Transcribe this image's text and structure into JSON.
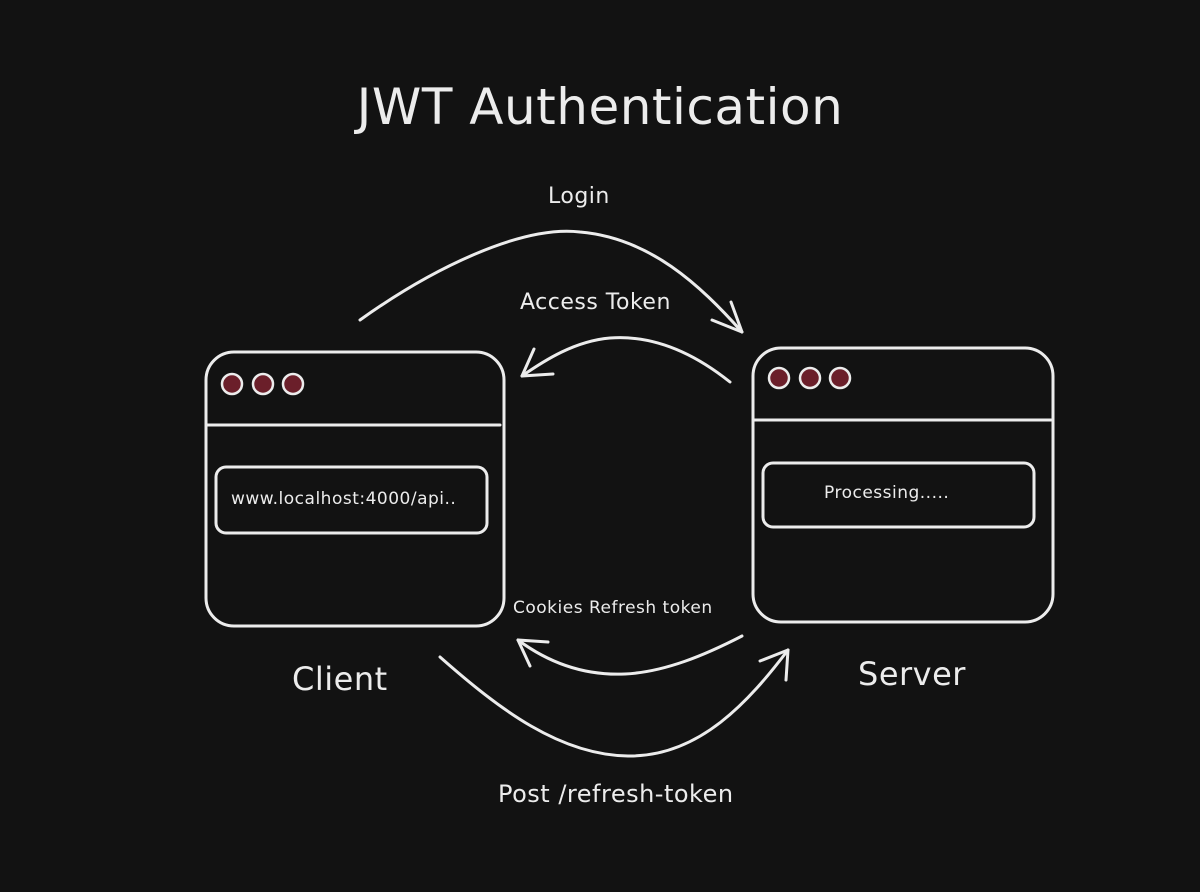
{
  "title": "JWT Authentication",
  "arrows": {
    "login": "Login",
    "access_token": "Access Token",
    "cookies_refresh": "Cookies Refresh token",
    "post_refresh": "Post /refresh-token"
  },
  "client": {
    "label": "Client",
    "address_bar": "www.localhost:4000/api.."
  },
  "server": {
    "label": "Server",
    "status_text": "Processing....."
  },
  "colors": {
    "background": "#121212",
    "stroke": "#ececec",
    "window_dot": "#6b1f2a"
  }
}
